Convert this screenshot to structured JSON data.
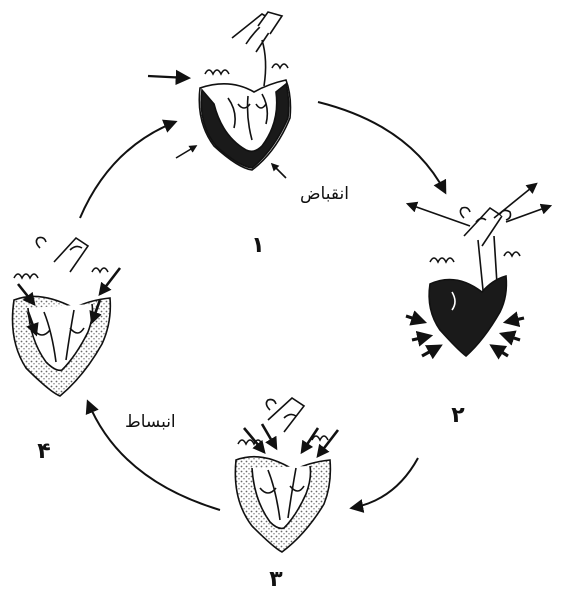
{
  "labels": {
    "stage_1": "۱",
    "stage_2": "۲",
    "stage_3": "۳",
    "stage_4": "۴",
    "contraction": "انقباض",
    "relaxation": "انبساط"
  },
  "colors": {
    "ink": "#111111",
    "paper": "#ffffff",
    "blood_dark": "#1a1a1a",
    "stipple": "#6a6a6a"
  },
  "icons": [
    "heart-stage-1-icon",
    "heart-stage-2-icon",
    "heart-stage-3-icon",
    "heart-stage-4-icon",
    "cycle-arrow-icon"
  ]
}
